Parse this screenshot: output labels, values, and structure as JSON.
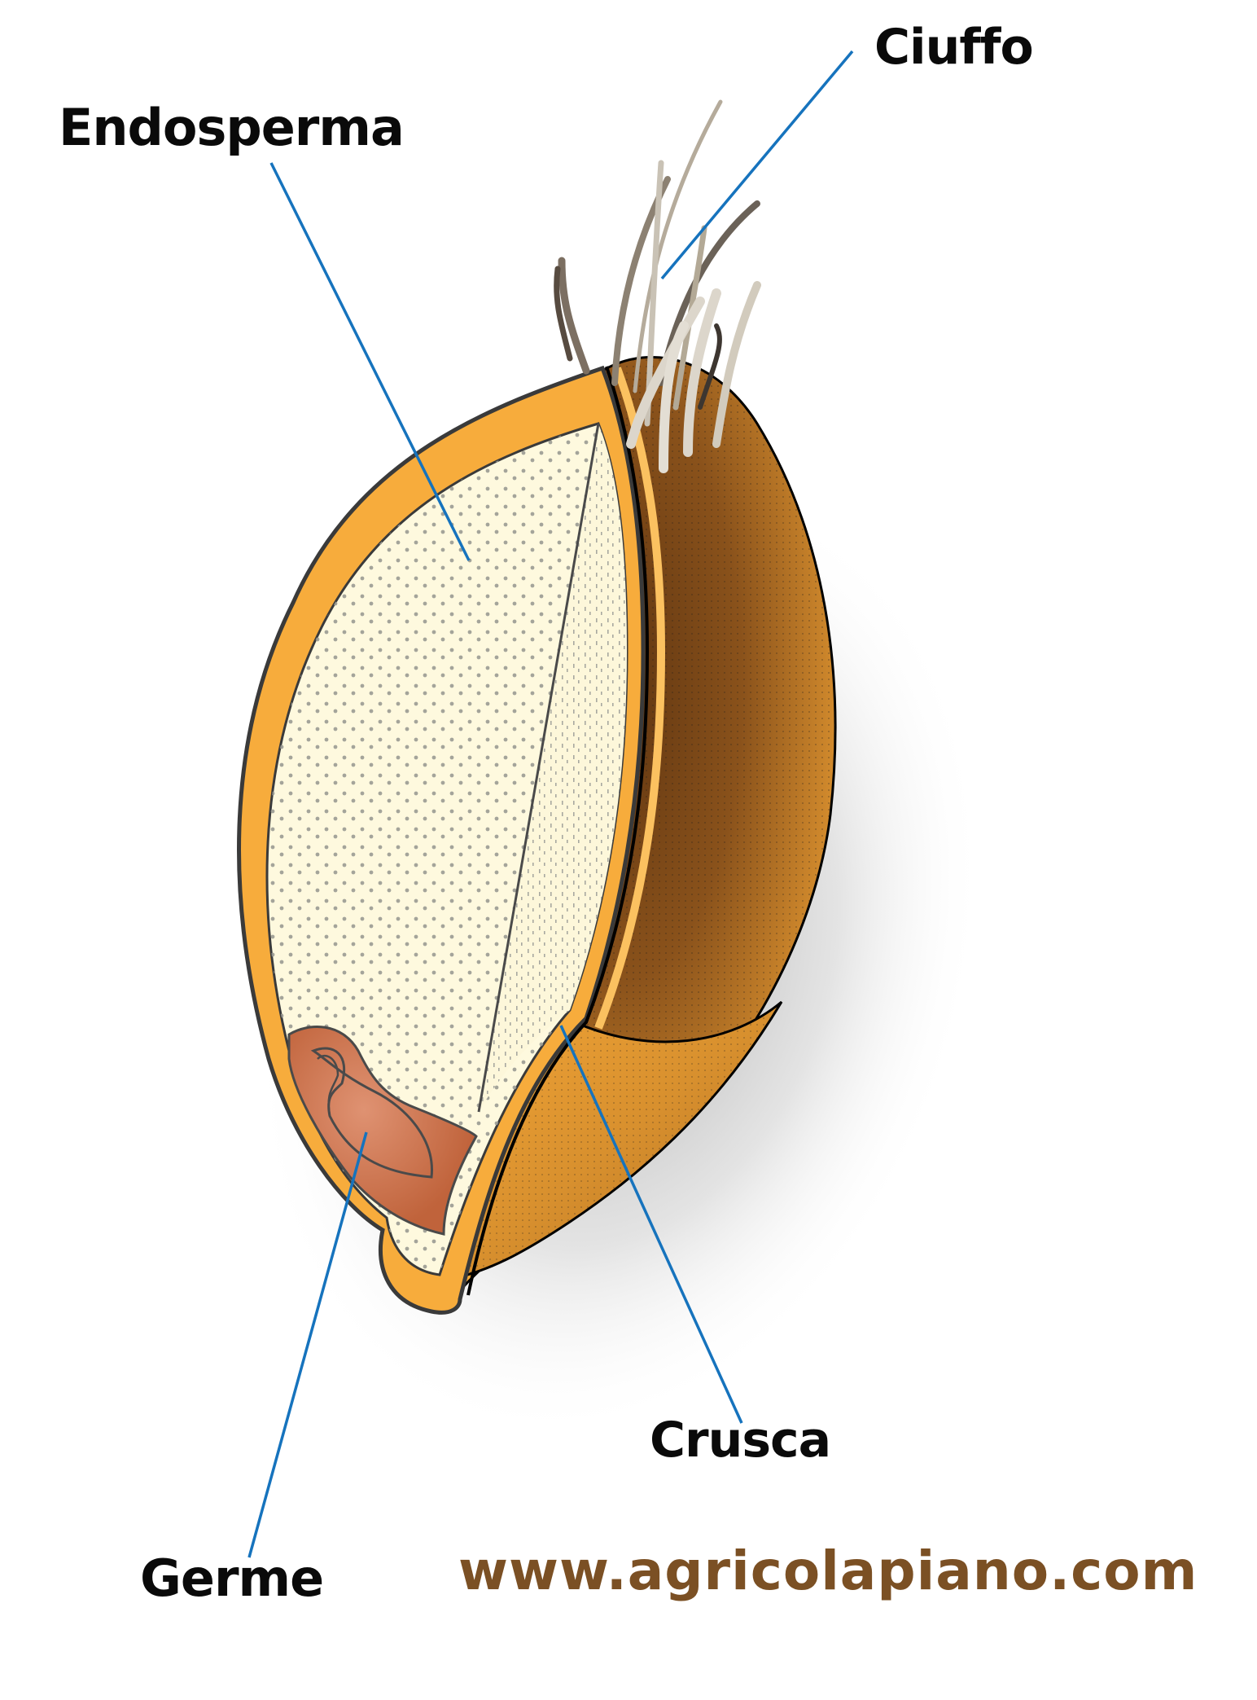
{
  "diagram": {
    "subject": "Wheat kernel cross-section",
    "labels": {
      "endosperma": "Endosperma",
      "ciuffo": "Ciuffo",
      "crusca": "Crusca",
      "germe": "Germe"
    },
    "website": "www.agricolapiano.com",
    "colors": {
      "leader_line": "#1673bd",
      "bran_outer": "#f7ac3c",
      "bran_dark": "#6b3d13",
      "endosperm": "#fef9de",
      "germ": "#c8704a",
      "outline": "#3a3a3a",
      "website_text": "#7b5024",
      "label_text": "#0a0a0a"
    }
  }
}
